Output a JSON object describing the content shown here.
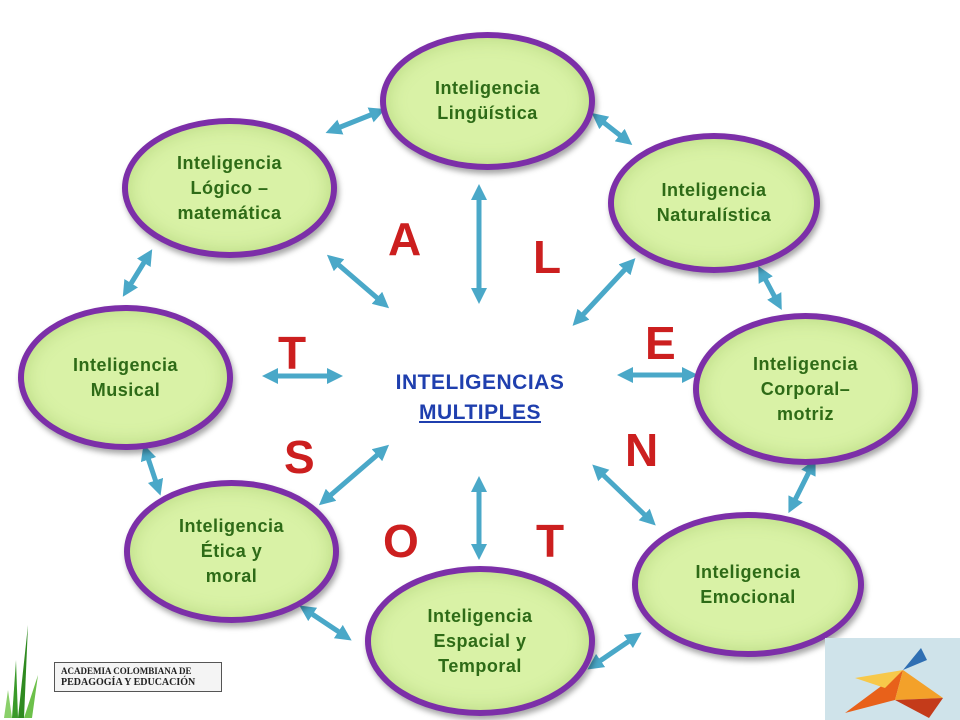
{
  "center": {
    "line1": "INTELIGENCIAS",
    "line2": "MULTIPLES"
  },
  "nodes": {
    "linguistica": "Inteligencia\nLingüística",
    "naturalistica": "Inteligencia\nNaturalística",
    "corporal": "Inteligencia\nCorporal–\nmotriz",
    "emocional": "Inteligencia\nEmocional",
    "espacial": "Inteligencia\nEspacial y\nTemporal",
    "etica": "Inteligencia\nÉtica y\nmoral",
    "musical": "Inteligencia\nMusical",
    "logico": "Inteligencia\nLógico –\nmatemática"
  },
  "letters": {
    "a": "A",
    "l": "L",
    "e": "E",
    "n": "N",
    "t_bottom": "T",
    "o": "O",
    "s": "S",
    "t_left": "T"
  },
  "logo": {
    "line1": "ACADEMIA COLOMBIANA DE",
    "line2": "PEDAGOGÍA Y EDUCACIÓN"
  },
  "colors": {
    "node_fill": "#d9f2a6",
    "node_border": "#7c2fa8",
    "node_text": "#2e6b17",
    "arrow": "#4aa8c8",
    "letters": "#cc1f1f",
    "center_text": "#1f3fae"
  }
}
